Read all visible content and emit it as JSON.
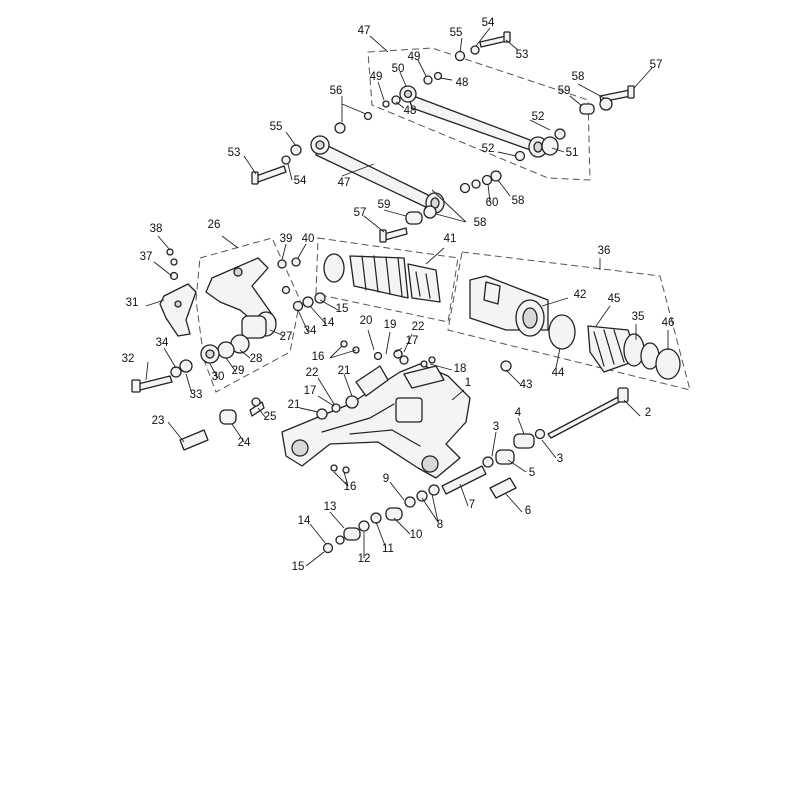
{
  "diagram": {
    "background": "#ffffff",
    "line_color": "#222222",
    "callouts": [
      {
        "id": "c47a",
        "text": "47"
      },
      {
        "id": "c55a",
        "text": "55"
      },
      {
        "id": "c54a",
        "text": "54"
      },
      {
        "id": "c53a",
        "text": "53"
      },
      {
        "id": "c57a",
        "text": "57"
      },
      {
        "id": "c49a",
        "text": "49"
      },
      {
        "id": "c50a",
        "text": "50"
      },
      {
        "id": "c48a",
        "text": "48"
      },
      {
        "id": "c49b",
        "text": "49"
      },
      {
        "id": "c48b",
        "text": "48"
      },
      {
        "id": "c58a",
        "text": "58"
      },
      {
        "id": "c59a",
        "text": "59"
      },
      {
        "id": "c56a",
        "text": "56"
      },
      {
        "id": "c52a",
        "text": "52"
      },
      {
        "id": "c51a",
        "text": "51"
      },
      {
        "id": "c52b",
        "text": "52"
      },
      {
        "id": "c55b",
        "text": "55"
      },
      {
        "id": "c53b",
        "text": "53"
      },
      {
        "id": "c54b",
        "text": "54"
      },
      {
        "id": "c47b",
        "text": "47"
      },
      {
        "id": "c60a",
        "text": "60"
      },
      {
        "id": "c58b",
        "text": "58"
      },
      {
        "id": "c57b",
        "text": "57"
      },
      {
        "id": "c59b",
        "text": "59"
      },
      {
        "id": "c58c",
        "text": "58"
      },
      {
        "id": "c38a",
        "text": "38"
      },
      {
        "id": "c26a",
        "text": "26"
      },
      {
        "id": "c39a",
        "text": "39"
      },
      {
        "id": "c40a",
        "text": "40"
      },
      {
        "id": "c41a",
        "text": "41"
      },
      {
        "id": "c36a",
        "text": "36"
      },
      {
        "id": "c37a",
        "text": "37"
      },
      {
        "id": "c31a",
        "text": "31"
      },
      {
        "id": "c42a",
        "text": "42"
      },
      {
        "id": "c45a",
        "text": "45"
      },
      {
        "id": "c15a",
        "text": "15"
      },
      {
        "id": "c14a",
        "text": "14"
      },
      {
        "id": "c34a",
        "text": "34"
      },
      {
        "id": "c27a",
        "text": "27"
      },
      {
        "id": "c35a",
        "text": "35"
      },
      {
        "id": "c46a",
        "text": "46"
      },
      {
        "id": "c20a",
        "text": "20"
      },
      {
        "id": "c19a",
        "text": "19"
      },
      {
        "id": "c22a",
        "text": "22"
      },
      {
        "id": "c17a",
        "text": "17"
      },
      {
        "id": "c16a",
        "text": "16"
      },
      {
        "id": "c34b",
        "text": "34"
      },
      {
        "id": "c32a",
        "text": "32"
      },
      {
        "id": "c28a",
        "text": "28"
      },
      {
        "id": "c29a",
        "text": "29"
      },
      {
        "id": "c30a",
        "text": "30"
      },
      {
        "id": "c33a",
        "text": "33"
      },
      {
        "id": "c18a",
        "text": "18"
      },
      {
        "id": "c44a",
        "text": "44"
      },
      {
        "id": "c43a",
        "text": "43"
      },
      {
        "id": "c22b",
        "text": "22"
      },
      {
        "id": "c21a",
        "text": "21"
      },
      {
        "id": "c1a",
        "text": "1"
      },
      {
        "id": "c17b",
        "text": "17"
      },
      {
        "id": "c21b",
        "text": "21"
      },
      {
        "id": "c25a",
        "text": "25"
      },
      {
        "id": "c2a",
        "text": "2"
      },
      {
        "id": "c23a",
        "text": "23"
      },
      {
        "id": "c24a",
        "text": "24"
      },
      {
        "id": "c4a",
        "text": "4"
      },
      {
        "id": "c3a",
        "text": "3"
      },
      {
        "id": "c3b",
        "text": "3"
      },
      {
        "id": "c5a",
        "text": "5"
      },
      {
        "id": "c16b",
        "text": "16"
      },
      {
        "id": "c9a",
        "text": "9"
      },
      {
        "id": "c8a",
        "text": "8"
      },
      {
        "id": "c7a",
        "text": "7"
      },
      {
        "id": "c6a",
        "text": "6"
      },
      {
        "id": "c13a",
        "text": "13"
      },
      {
        "id": "c10a",
        "text": "10"
      },
      {
        "id": "c14b",
        "text": "14"
      },
      {
        "id": "c11a",
        "text": "11"
      },
      {
        "id": "c12a",
        "text": "12"
      },
      {
        "id": "c15b",
        "text": "15"
      }
    ]
  }
}
